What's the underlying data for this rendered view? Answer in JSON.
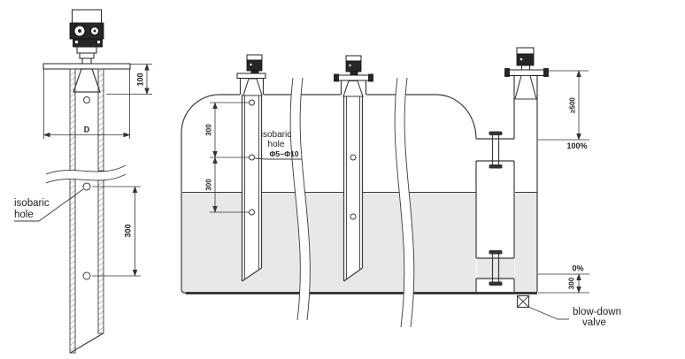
{
  "drawing": {
    "left_figure": {
      "isobaric_label_line1": "isobaric",
      "isobaric_label_line2": "hole",
      "dim_flange_to_horn": "100",
      "dim_hole_spacing": "300",
      "dim_pipe_diameter": "D"
    },
    "tank_figure": {
      "isobaric_label_line1": "isobaric",
      "isobaric_label_line2": "hole",
      "hole_diameter_label": "Φ5~Φ10",
      "well_hole_spacing_upper": "300",
      "well_hole_spacing_lower": "300",
      "chamber_top_clearance": "≥500",
      "level_max_label": "100%",
      "level_min_label": "0%",
      "chamber_bottom_offset": "300",
      "blowdown_label_line1": "blow-down",
      "blowdown_label_line2": "valve"
    },
    "colors": {
      "line": "#3a3a3a",
      "liquid_fill": "#e8e8e8",
      "device_body": "#262626",
      "background": "#ffffff"
    }
  }
}
